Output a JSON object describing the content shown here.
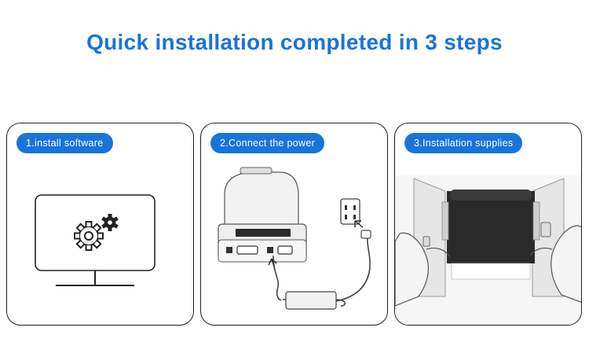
{
  "page": {
    "title": "Quick installation completed in 3 steps"
  },
  "steps": [
    {
      "label": "1.install software",
      "icon": "gears-monitor-icon"
    },
    {
      "label": "2.Connect the power",
      "icon": "printer-power-cable-icon"
    },
    {
      "label": "3.Installation supplies",
      "icon": "ribbon-loading-photo"
    }
  ],
  "colors": {
    "accent": "#1a73d9",
    "text_on_accent": "#ffffff",
    "border": "#222222"
  }
}
